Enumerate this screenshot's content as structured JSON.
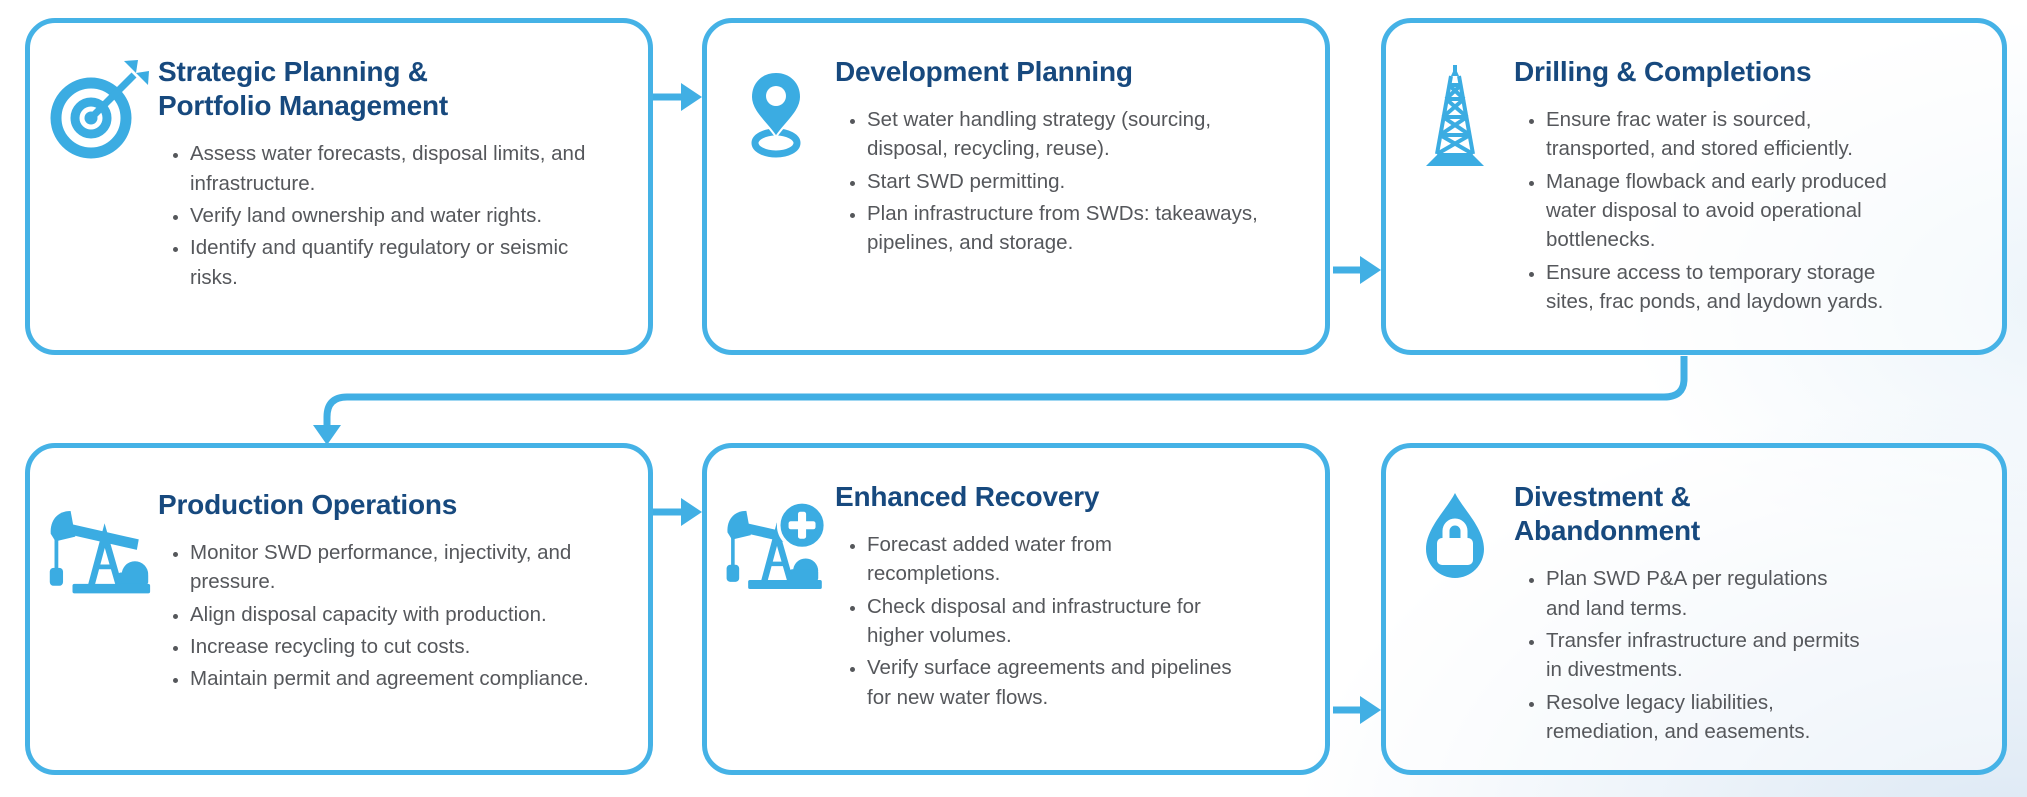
{
  "flow": {
    "colors": {
      "accent_blue": "#3BACE2",
      "card_border_blue": "#45B2E6",
      "connector_blue": "#41AFE4",
      "title_navy": "#17497E",
      "body_gray": "#55575B"
    },
    "cards": [
      {
        "id": "strategic-planning",
        "icon": "target-arrow-icon",
        "title": "Strategic Planning & Portfolio Management",
        "bullets": [
          "Assess water forecasts, disposal limits, and infrastructure.",
          "Verify land ownership and water rights.",
          "Identify and quantify regulatory or seismic risks."
        ]
      },
      {
        "id": "development-planning",
        "icon": "location-pin-icon",
        "title": "Development Planning",
        "bullets": [
          "Set water handling strategy (sourcing, disposal, recycling, reuse).",
          "Start SWD permitting.",
          "Plan infrastructure from SWDs: takeaways, pipelines, and storage."
        ]
      },
      {
        "id": "drilling-completions",
        "icon": "drilling-derrick-icon",
        "title": "Drilling & Completions",
        "bullets": [
          "Ensure frac water is sourced, transported, and stored efficiently.",
          "Manage flowback and early produced water disposal to avoid operational bottlenecks.",
          "Ensure access to temporary storage sites, frac ponds, and laydown yards."
        ]
      },
      {
        "id": "production-operations",
        "icon": "pumpjack-icon",
        "title": "Production Operations",
        "bullets": [
          "Monitor SWD performance, injectivity, and pressure.",
          "Align disposal capacity with production.",
          "Increase recycling to cut costs.",
          "Maintain permit and agreement compliance."
        ]
      },
      {
        "id": "enhanced-recovery",
        "icon": "pumpjack-plus-icon",
        "title": "Enhanced Recovery",
        "bullets": [
          "Forecast added water from recompletions.",
          "Check disposal and infrastructure for higher volumes.",
          "Verify surface agreements and pipelines for new water flows."
        ]
      },
      {
        "id": "divestment-abandonment",
        "icon": "droplet-lock-icon",
        "title": "Divestment & Abandonment",
        "bullets": [
          "Plan SWD P&A per regulations and land terms.",
          "Transfer infrastructure and permits in divestments.",
          "Resolve legacy liabilities, remediation, and easements."
        ]
      }
    ],
    "connections": [
      {
        "from": "strategic-planning",
        "to": "development-planning"
      },
      {
        "from": "development-planning",
        "to": "drilling-completions"
      },
      {
        "from": "drilling-completions",
        "to": "production-operations"
      },
      {
        "from": "production-operations",
        "to": "enhanced-recovery"
      },
      {
        "from": "enhanced-recovery",
        "to": "divestment-abandonment"
      }
    ]
  }
}
